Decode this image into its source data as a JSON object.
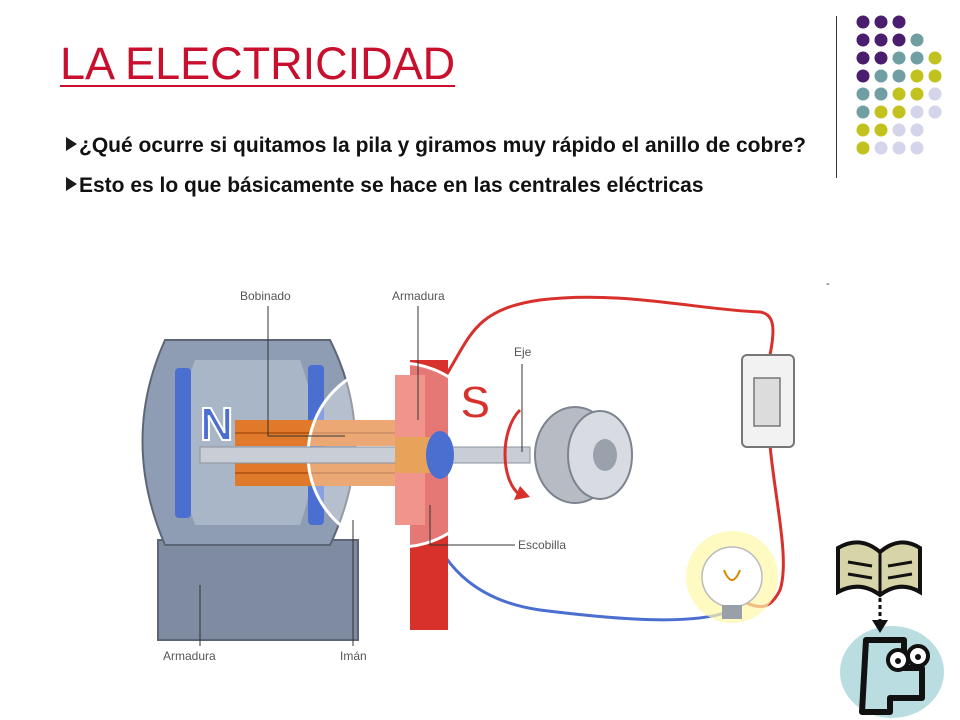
{
  "slide": {
    "title": "LA ELECTRICIDAD",
    "bullets": [
      "¿Qué ocurre si quitamos la pila y giramos muy rápido el anillo de cobre?",
      "Esto es lo que básicamente se hace en las centrales eléctricas"
    ],
    "small_mark": "-"
  },
  "diagram": {
    "labels": {
      "bobinado": "Bobinado",
      "armadura_top": "Armadura",
      "eje": "Eje",
      "escobilla": "Escobilla",
      "armadura_bottom": "Armadura",
      "iman": "Imán"
    },
    "pole_north": "N",
    "pole_south": "S"
  },
  "colors": {
    "title": "#c8102e",
    "dot_purple": "#4b1d6e",
    "dot_teal": "#6f9ea3",
    "dot_olive": "#c2c21e",
    "dot_lavender": "#d4d4ea",
    "wire_red": "#d8302b",
    "wire_blue": "#4a6fd0"
  },
  "icons": [
    "bullet-arrow-icon",
    "book-reader-icon",
    "light-bulb-icon",
    "light-switch-icon"
  ]
}
